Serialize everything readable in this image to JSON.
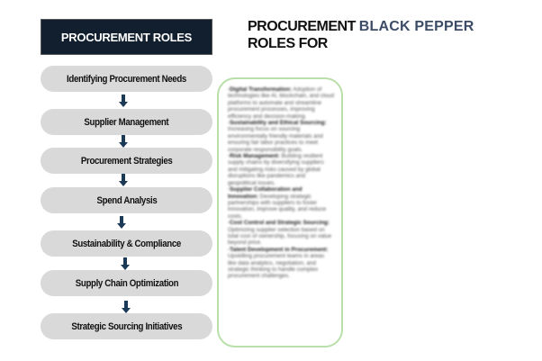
{
  "header": {
    "label": "PROCUREMENT ROLES"
  },
  "title": {
    "part1": "PROCUREMENT ",
    "highlight": "BLACK PEPPER",
    "part2": "ROLES FOR"
  },
  "steps": [
    "Identifying Procurement Needs",
    "Supplier Management",
    "Procurement Strategies",
    "Spend Analysis",
    "Sustainability & Compliance",
    "Supply Chain Optimization",
    "Strategic Sourcing Initiatives"
  ],
  "panel": {
    "items": [
      {
        "head": "·Digital Transformation:",
        "body": " Adoption of technologies like AI, blockchain, and cloud platforms to automate and streamline procurement processes, improving efficiency and decision-making."
      },
      {
        "head": "·Sustainability and Ethical Sourcing:",
        "body": " Increasing focus on sourcing environmentally friendly materials and ensuring fair labor practices to meet corporate responsibility goals."
      },
      {
        "head": "·Risk Management:",
        "body": " Building resilient supply chains by diversifying suppliers and mitigating risks caused by global disruptions like pandemics and geopolitical issues."
      },
      {
        "head": "·Supplier Collaboration and Innovation:",
        "body": " Developing strategic partnerships with suppliers to foster innovation, improve quality, and reduce costs."
      },
      {
        "head": "·Cost Control and Strategic Sourcing:",
        "body": " Optimizing supplier selection based on total cost of ownership, focusing on value beyond price."
      },
      {
        "head": "·Talent Development in Procurement:",
        "body": " Upskilling procurement teams in areas like data analytics, negotiation, and strategic thinking to handle complex procurement challenges."
      }
    ]
  },
  "colors": {
    "header_bg": "#111f2e",
    "pill_bg": "#d9d9d9",
    "arrow": "#1b3a57",
    "highlight": "#3d4c66",
    "panel_border": "#b9dfaa"
  }
}
